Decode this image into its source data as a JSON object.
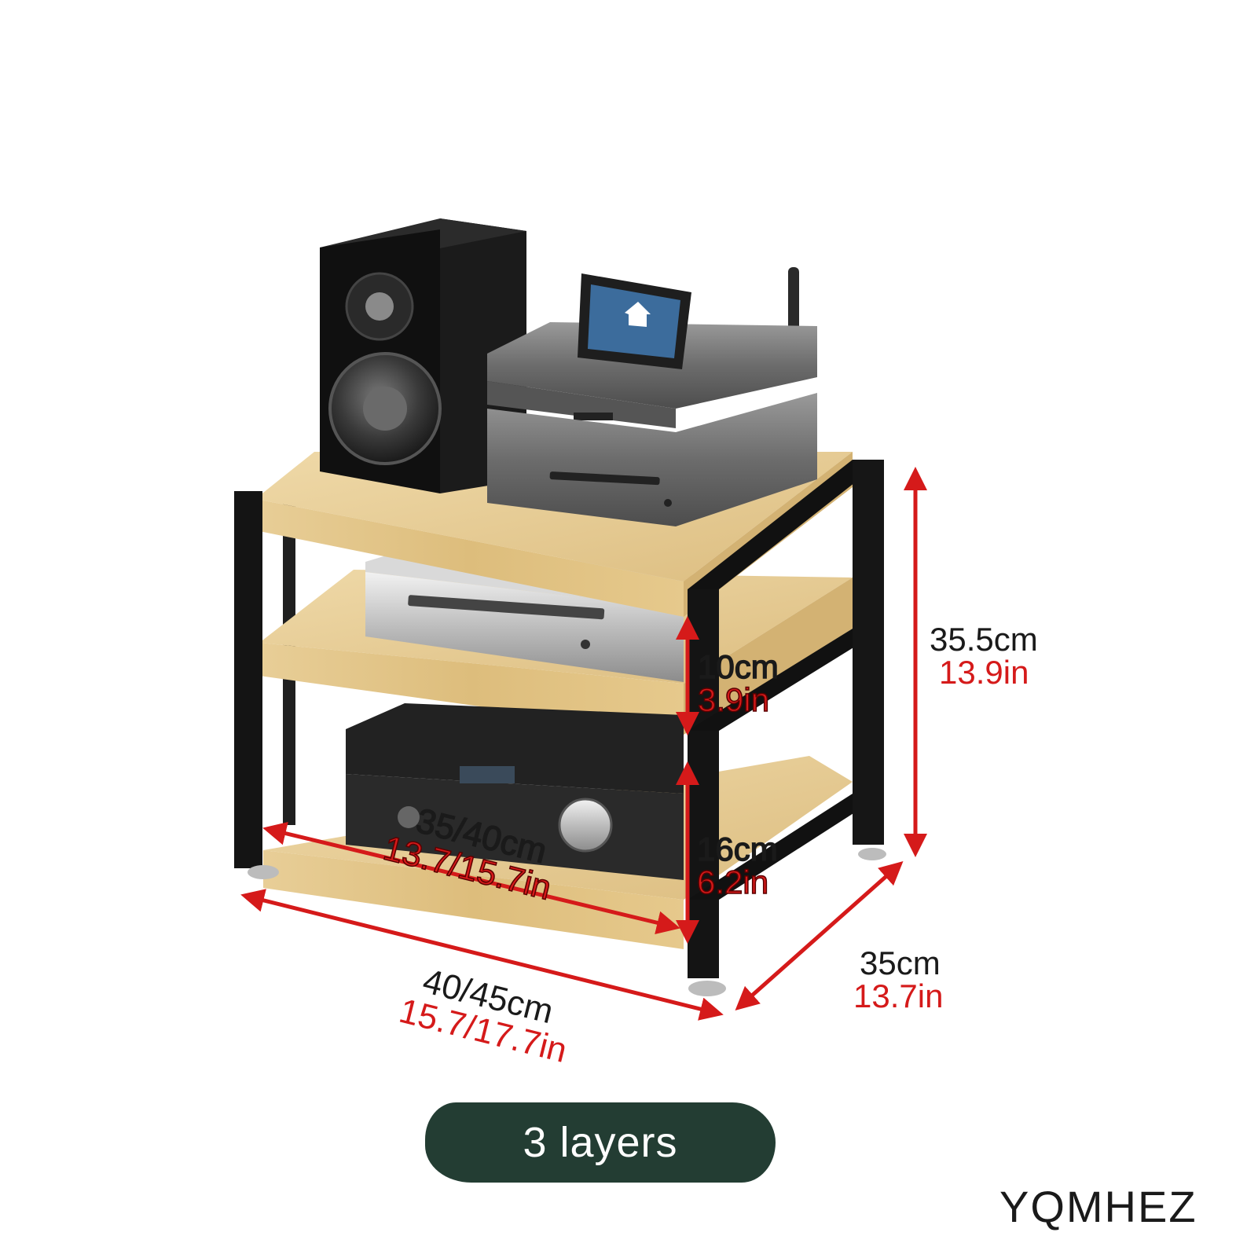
{
  "dimensions": {
    "height_total": {
      "cm": "35.5cm",
      "inch": "13.9in"
    },
    "gap_upper": {
      "cm": "10cm",
      "inch": "3.9in"
    },
    "gap_lower": {
      "cm": "16cm",
      "inch": "6.2in"
    },
    "inner_width": {
      "cm": "35/40cm",
      "inch": "13.7/15.7in"
    },
    "outer_width": {
      "cm": "40/45cm",
      "inch": "15.7/17.7in"
    },
    "depth": {
      "cm": "35cm",
      "inch": "13.7in"
    }
  },
  "badge": {
    "label": "3 layers"
  },
  "brand": {
    "name": "YQMHEZ"
  },
  "colors": {
    "arrow": "#d51a1a",
    "frame": "#141414",
    "wood": "#e3c486",
    "badge_bg": "#233d33"
  }
}
